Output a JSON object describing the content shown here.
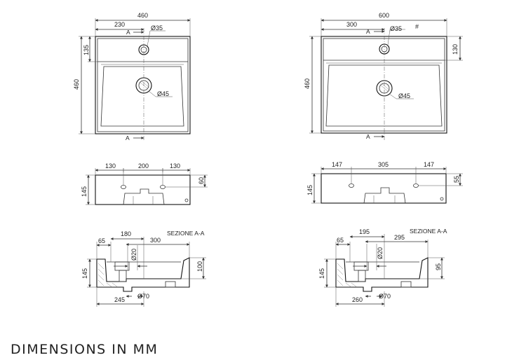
{
  "title": "DIMENSIONS IN MM",
  "left": {
    "plan": {
      "width": "460",
      "offset": "230",
      "depth": "460",
      "rim": "135",
      "tap_hole": "Ø35",
      "drain": "Ø45",
      "section_mark_top": "A",
      "section_mark_bottom": "A"
    },
    "front": {
      "left": "130",
      "middle": "200",
      "right": "130",
      "height": "145",
      "hole_height": "60"
    },
    "section": {
      "label": "SEZIONE A-A",
      "a": "65",
      "b": "180",
      "c": "300",
      "pipe": "Ø20",
      "height": "145",
      "depth": "100",
      "base": "245",
      "waste": "Ø70"
    }
  },
  "right": {
    "plan": {
      "width": "600",
      "offset": "300",
      "depth": "460",
      "rim": "130",
      "tap_hole": "Ø35",
      "drain": "Ø45",
      "marker": "#",
      "section_mark_top": "A",
      "section_mark_bottom": "A"
    },
    "front": {
      "left": "147",
      "middle": "305",
      "right": "147",
      "height": "145",
      "hole_height": "55"
    },
    "section": {
      "label": "SEZIONE A-A",
      "a": "65",
      "b": "195",
      "c": "295",
      "pipe": "Ø20",
      "height": "145",
      "depth": "95",
      "base": "260",
      "waste": "Ø70"
    }
  }
}
